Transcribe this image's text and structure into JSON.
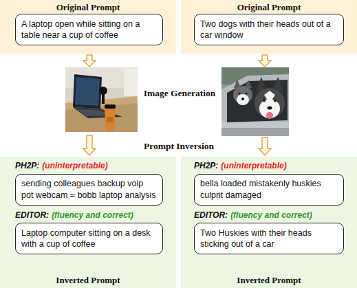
{
  "diagram": {
    "nodes": [
      {
        "text": [
          "Original Prompt"
        ]
      },
      {
        "text": [
          "A laptop open while sitting on a table near a cup of coffee"
        ],
        "in": 0
      },
      {
        "text": [
          "Original Prompt"
        ]
      },
      {
        "text": [
          "Two dogs with their heads out of a car window"
        ],
        "in": 2
      },
      {
        "text": [
          "Inverted Prompt"
        ]
      },
      {
        "text": [
          "PH2P:",
          "(uninterpretable)",
          "sending colleagues backup voip pot webcam = bobb laptop analysis"
        ],
        "in": 4
      },
      {
        "text": [
          "EDITOR:",
          "(fluency and correct)",
          "Laptop computer sitting on a desk with a cup of coffee"
        ],
        "in": 4
      },
      {
        "text": [
          "Inverted Prompt"
        ]
      },
      {
        "text": [
          "PH2P:",
          "(uninterpretable)",
          "bella loaded mistakenly huskies culprit damaged"
        ],
        "in": 7
      },
      {
        "text": [
          "EDITOR:",
          "(fluency and correct)",
          "Two Huskies with their heads sticking out of a car"
        ],
        "in": 7
      }
    ],
    "labels": [
      "Image Generation",
      "Prompt Inversion"
    ]
  }
}
